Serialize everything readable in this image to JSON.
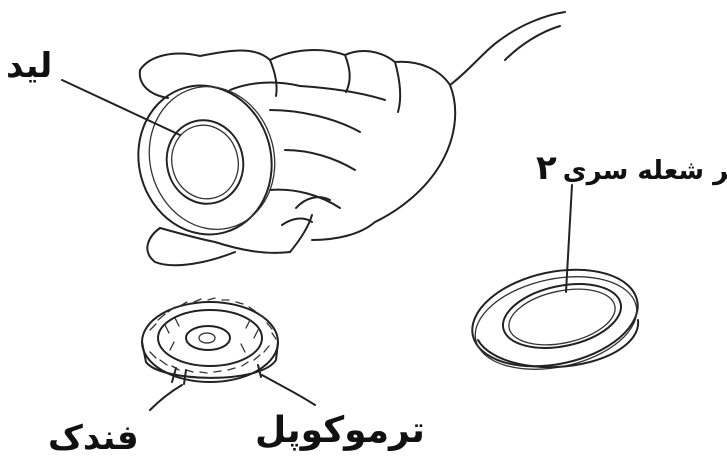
{
  "labels": {
    "lid": "لید",
    "burner_cap_text": "سر شعله سری",
    "burner_cap_number": "۲",
    "thermocouple": "ترموکوپل",
    "igniter": "فندک"
  },
  "colors": {
    "line": "#222222",
    "background": "#ffffff"
  }
}
